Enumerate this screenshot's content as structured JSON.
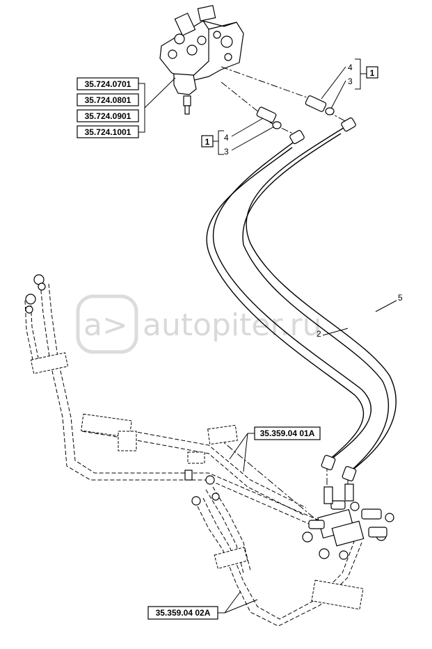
{
  "watermark": {
    "text": "autopiter.ru",
    "badge": "a>"
  },
  "ref_boxes": {
    "valve_refs": [
      "35.724.0701",
      "35.724.0801",
      "35.724.0901",
      "35.724.1001"
    ],
    "frame_ref_1": "35.359.04 01A",
    "frame_ref_2": "35.359.04 02A"
  },
  "callouts": {
    "kit_box": "1",
    "part_4": "4",
    "part_3": "3",
    "part_2": "2",
    "part_5": "5"
  }
}
